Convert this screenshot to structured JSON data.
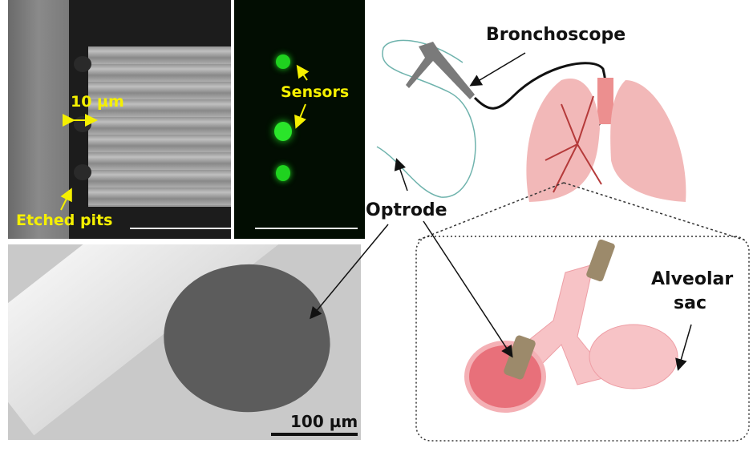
{
  "panels": {
    "brightfield": {
      "scale_label": "10 µm",
      "annotation": "Etched pits"
    },
    "fluorescence": {
      "annotation": "Sensors"
    },
    "sem": {
      "scale_label": "100 µm"
    }
  },
  "schematic": {
    "bronchoscope_label": "Bronchoscope",
    "optrode_label": "Optrode",
    "alveolar_label_line1": "Alveolar",
    "alveolar_label_line2": "sac"
  },
  "colors": {
    "annotation_yellow": "#f5f000",
    "fluorescence_green": "#1fd21f",
    "lung_pink": "#f2b8b8",
    "bronchi_red": "#b53a3a",
    "optrode_teal": "#6fb3ad",
    "tissue_pink": "#f7c3c6"
  }
}
